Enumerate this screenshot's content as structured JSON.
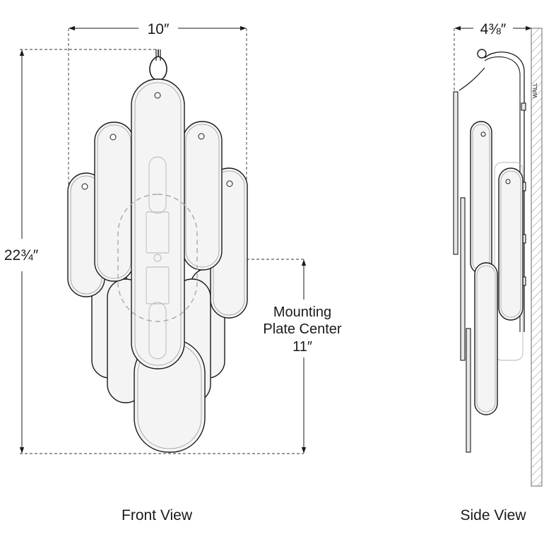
{
  "front_view": {
    "label": "Front View",
    "width_dim": "10″",
    "height_dim": "22¾″",
    "mounting_label_line1": "Mounting",
    "mounting_label_line2": "Plate Center",
    "mounting_label_line3": "11″"
  },
  "side_view": {
    "label": "Side View",
    "depth_dim": "4⅜″",
    "wall_label": "WALL"
  }
}
